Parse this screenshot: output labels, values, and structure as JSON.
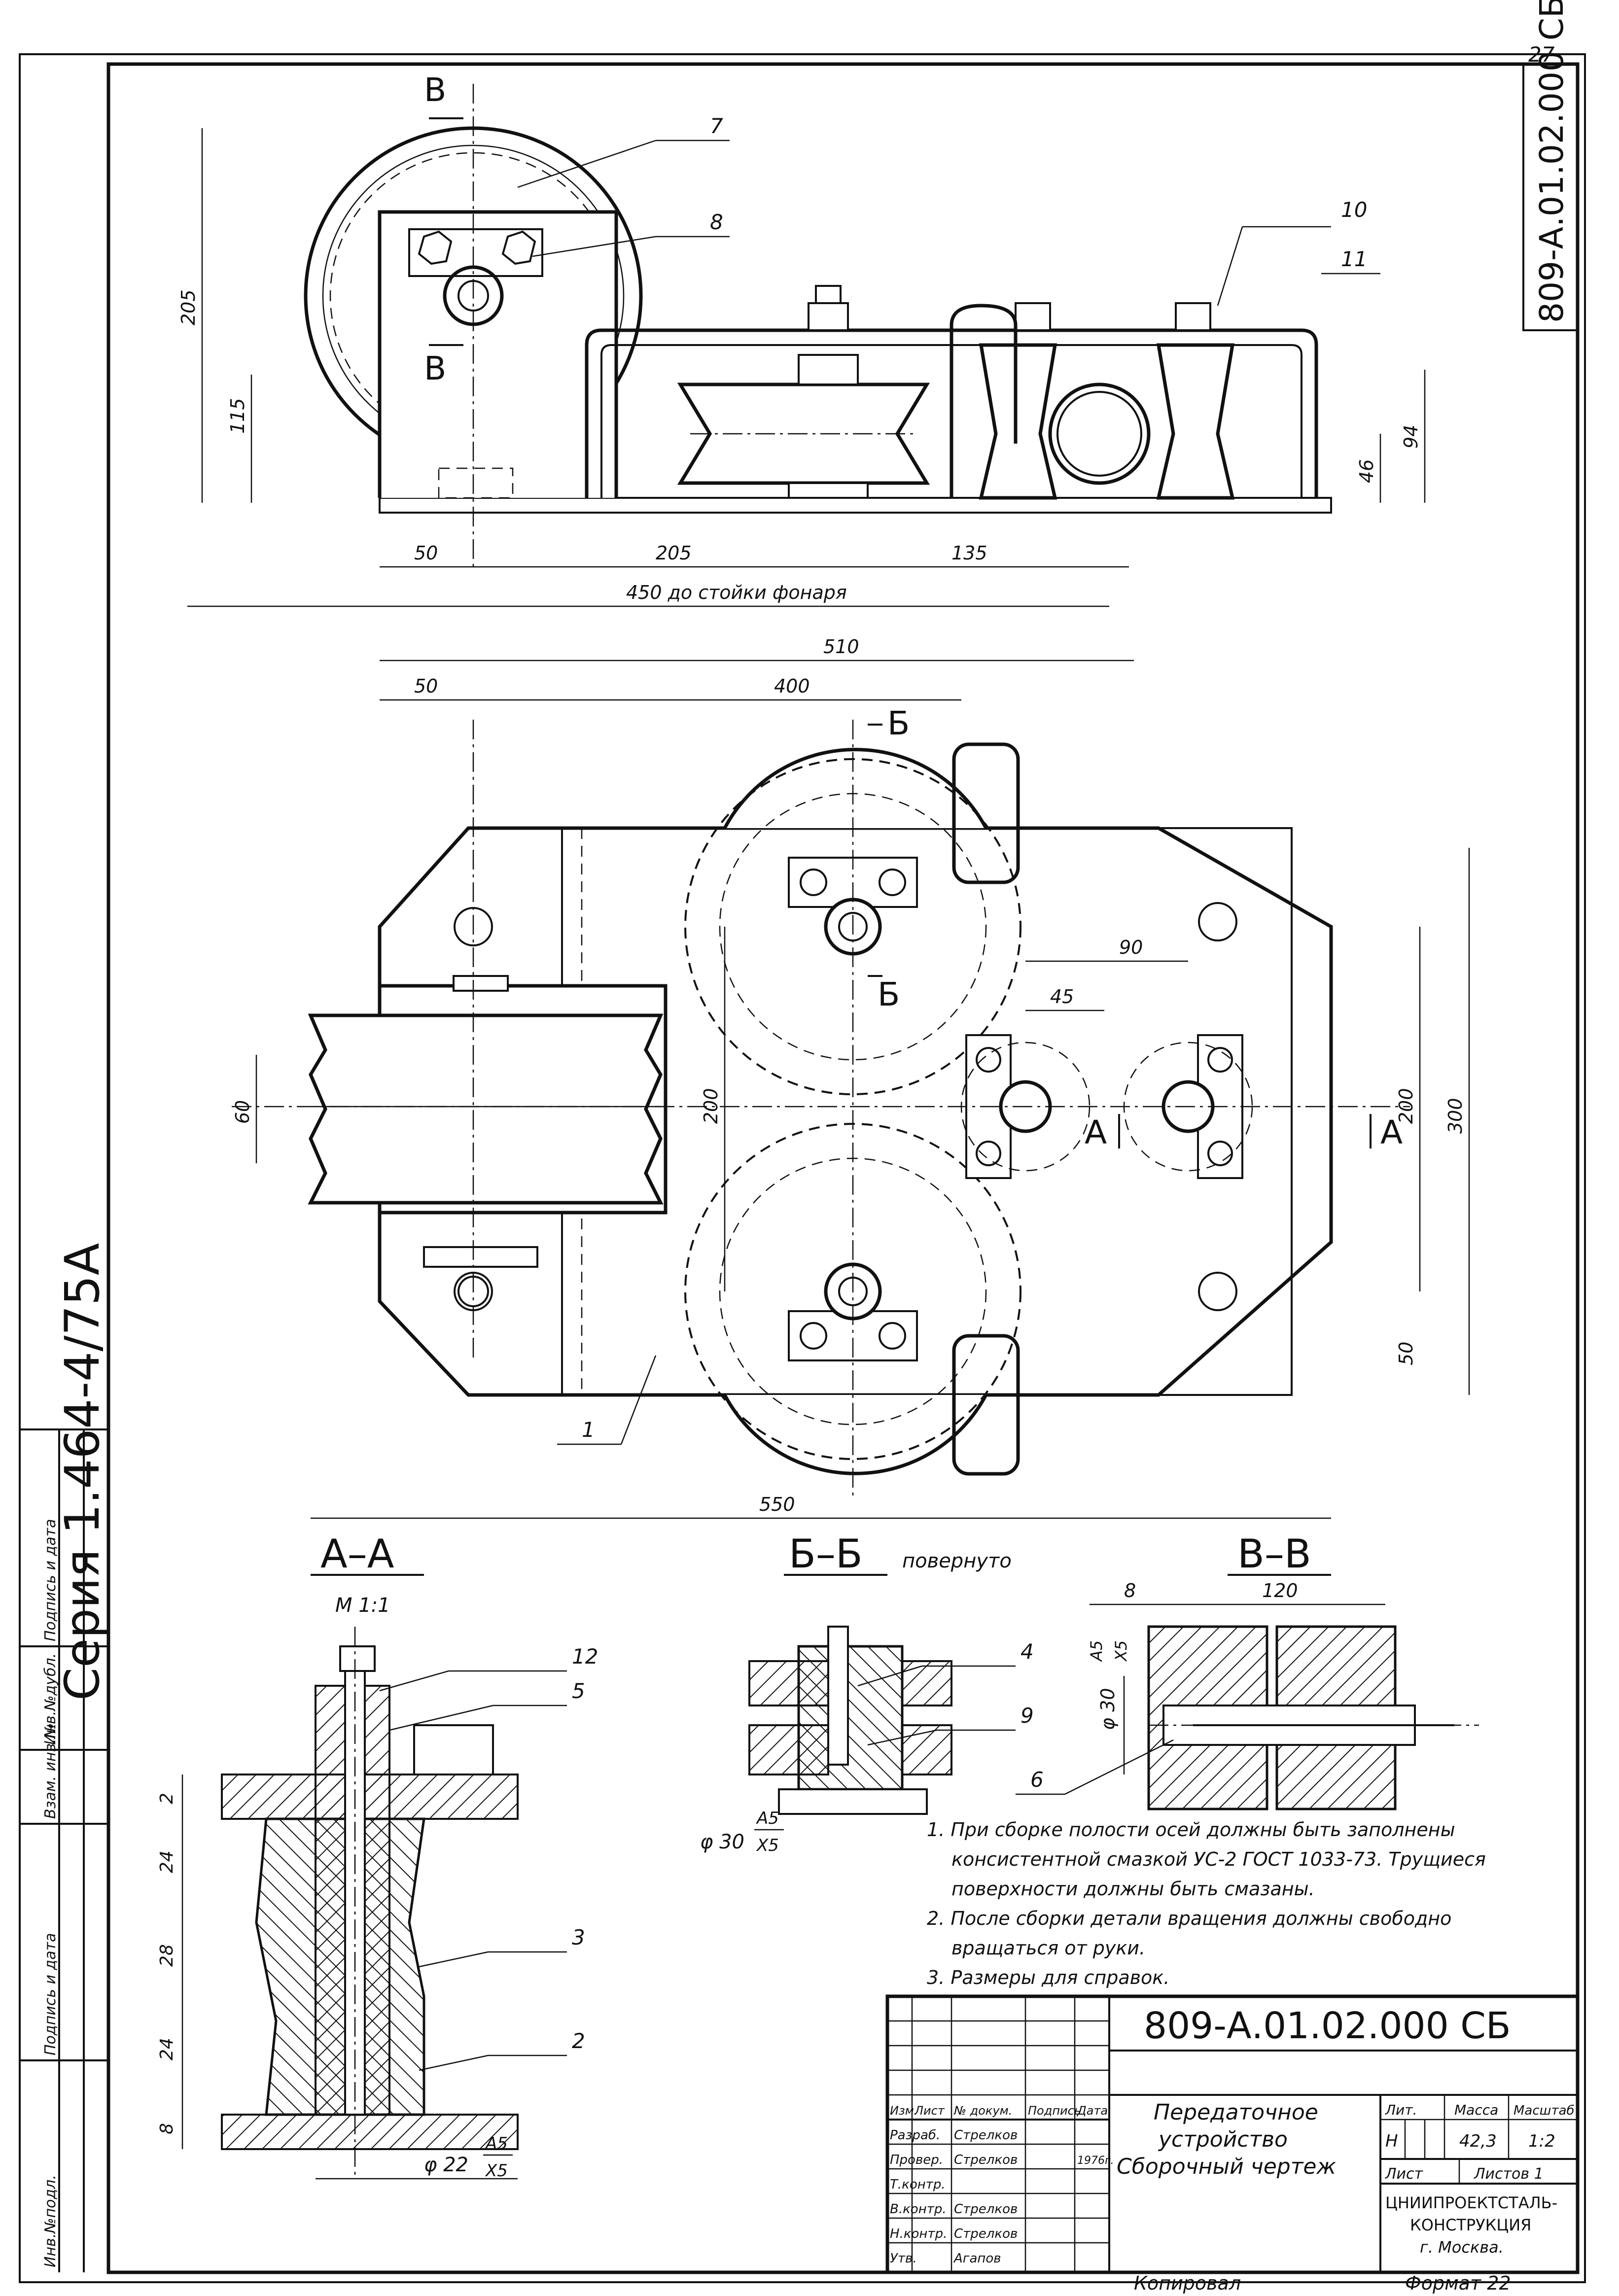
{
  "sheet": {
    "page_number": "27",
    "doc_code_side": "809-А.01.02.000 СБ",
    "series": "Серия 1.464-4/75А",
    "copied": "Копировал",
    "format": "Формат 22"
  },
  "left_stamp": [
    "Инв.№подл.",
    "Подпись и дата",
    "Взам. инв.№",
    "Инв.№дубл.",
    "Подпись и дата"
  ],
  "top_view": {
    "section_mark_B": "В",
    "parts": [
      "7",
      "8",
      "10",
      "11"
    ],
    "dims": [
      "205",
      "115",
      "94",
      "46",
      "50",
      "205",
      "135"
    ],
    "overall_dim": "450 до стойки фонаря"
  },
  "plan_view": {
    "section_mark_b": "Б",
    "section_mark_a": "А",
    "dims": [
      "510",
      "50",
      "400",
      "90",
      "45",
      "200",
      "200",
      "300",
      "60",
      "50",
      "550"
    ],
    "part_1": "1"
  },
  "sections": {
    "aa": {
      "title": "А–А",
      "scale": "М 1:1",
      "parts": [
        "12",
        "5",
        "3",
        "2"
      ],
      "dims": [
        "2",
        "24",
        "28",
        "24",
        "8"
      ],
      "fit": "φ 22",
      "fit_num": "A5",
      "fit_den": "X5"
    },
    "bb": {
      "title": "Б–Б",
      "note": "повернуто",
      "parts": [
        "4",
        "9"
      ],
      "fit": "φ 30",
      "fit_num": "A5",
      "fit_den": "X5"
    },
    "vv": {
      "title": "В–В",
      "dims": [
        "8",
        "120"
      ],
      "fit": "φ 30",
      "fit_num": "A5",
      "fit_den": "X5",
      "parts": [
        "6"
      ]
    }
  },
  "notes": [
    "1. При сборке полости осей должны быть заполнены",
    "консистентной смазкой УС-2 ГОСТ 1033-73. Трущиеся",
    "поверхности должны быть смазаны.",
    "2. После сборки детали вращения должны свободно",
    "вращаться от руки.",
    "3. Размеры для справок."
  ],
  "title_block": {
    "code": "809-А.01.02.000 СБ",
    "name_1": "Передаточное",
    "name_2": "устройство",
    "name_3": "Сборочный чертеж",
    "col_headers": [
      "Изм.",
      "Лист",
      "№ докум.",
      "Подпись",
      "Дата"
    ],
    "rows": [
      {
        "role": "Разраб.",
        "person": "Стрелков"
      },
      {
        "role": "Провер.",
        "person": "Стрелков",
        "date": "1976г."
      },
      {
        "role": "Т.контр.",
        "person": ""
      },
      {
        "role": "В.контр.",
        "person": "Стрелков"
      },
      {
        "role": "Н.контр.",
        "person": "Стрелков"
      },
      {
        "role": "Утв.",
        "person": "Агапов"
      }
    ],
    "lit_label": "Лит.",
    "mass_label": "Масса",
    "scale_label": "Масштаб",
    "lit_value": "Н",
    "mass_value": "42,3",
    "scale_value": "1:2",
    "sheet_label": "Лист",
    "sheets_label": "Листов 1",
    "org_1": "ЦНИИПРОЕКТСТАЛЬ-",
    "org_2": "КОНСТРУКЦИЯ",
    "org_3": "г. Москва."
  }
}
